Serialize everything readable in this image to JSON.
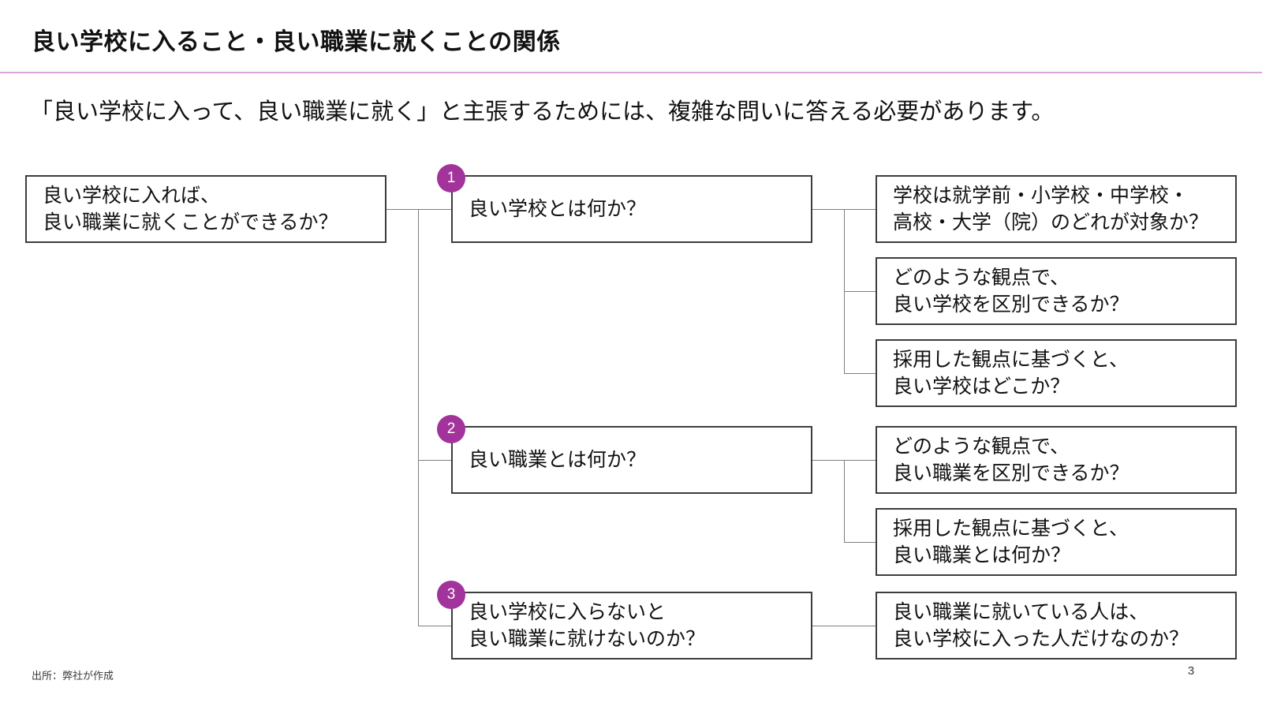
{
  "slide": {
    "title": "良い学校に入ること・良い職業に就くことの関係",
    "lead": "「良い学校に入って、良い職業に就く」と主張するためには、複雑な問いに答える必要があります。",
    "source": "出所：弊社が作成",
    "page_number": "3"
  },
  "colors": {
    "accent_badge": "#a2339b",
    "title_divider": "#d9a8db",
    "box_border": "#3d3d3d",
    "connector": "#7f7f7f",
    "text": "#111111",
    "background": "#ffffff"
  },
  "diagram": {
    "root": {
      "lines": [
        "良い学校に入れば、",
        "良い職業に就くことができるか？"
      ]
    },
    "questions": [
      {
        "number": "1",
        "lines": [
          "良い学校とは何か？",
          ""
        ]
      },
      {
        "number": "2",
        "lines": [
          "良い職業とは何か？",
          ""
        ]
      },
      {
        "number": "3",
        "lines": [
          "良い学校に入らないと",
          "良い職業に就けないのか？"
        ]
      }
    ],
    "subquestions": [
      {
        "group": "1",
        "lines": [
          "学校は就学前・小学校・中学校・",
          "高校・大学（院）のどれが対象か？"
        ]
      },
      {
        "group": "1",
        "lines": [
          "どのような観点で、",
          "良い学校を区別できるか？"
        ]
      },
      {
        "group": "1",
        "lines": [
          "採用した観点に基づくと、",
          "良い学校はどこか？"
        ]
      },
      {
        "group": "2",
        "lines": [
          "どのような観点で、",
          "良い職業を区別できるか？"
        ]
      },
      {
        "group": "2",
        "lines": [
          "採用した観点に基づくと、",
          "良い職業とは何か？"
        ]
      },
      {
        "group": "3",
        "lines": [
          "良い職業に就いている人は、",
          "良い学校に入った人だけなのか？"
        ]
      }
    ]
  }
}
